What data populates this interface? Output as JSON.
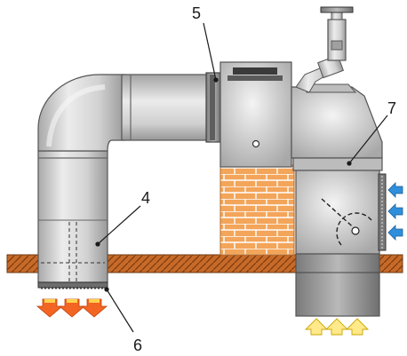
{
  "callouts": {
    "c4": "4",
    "c5": "5",
    "c6": "6",
    "c7": "7"
  },
  "colors": {
    "metal_light": "#e6e6e6",
    "metal_mid": "#c2c2c2",
    "metal_dark": "#8f8f8f",
    "outline": "#4a4a4a",
    "brick": "#f3a55a",
    "brick_mortar": "#ffffff",
    "floor": "#c76a28",
    "floor_hatch": "#7a3a10",
    "warm_arrow": "#f26522",
    "warm_arrow_tip": "#ffd34d",
    "cold_arrow": "#2f8fdc",
    "cold_arrow_light": "#a9d6f7",
    "yellow_arrow": "#ffe98a"
  },
  "icons": [
    "warm-air-arrow-icon",
    "cold-air-arrow-icon",
    "incoming-air-arrow-icon",
    "damper-icon",
    "rain-cap-icon"
  ]
}
